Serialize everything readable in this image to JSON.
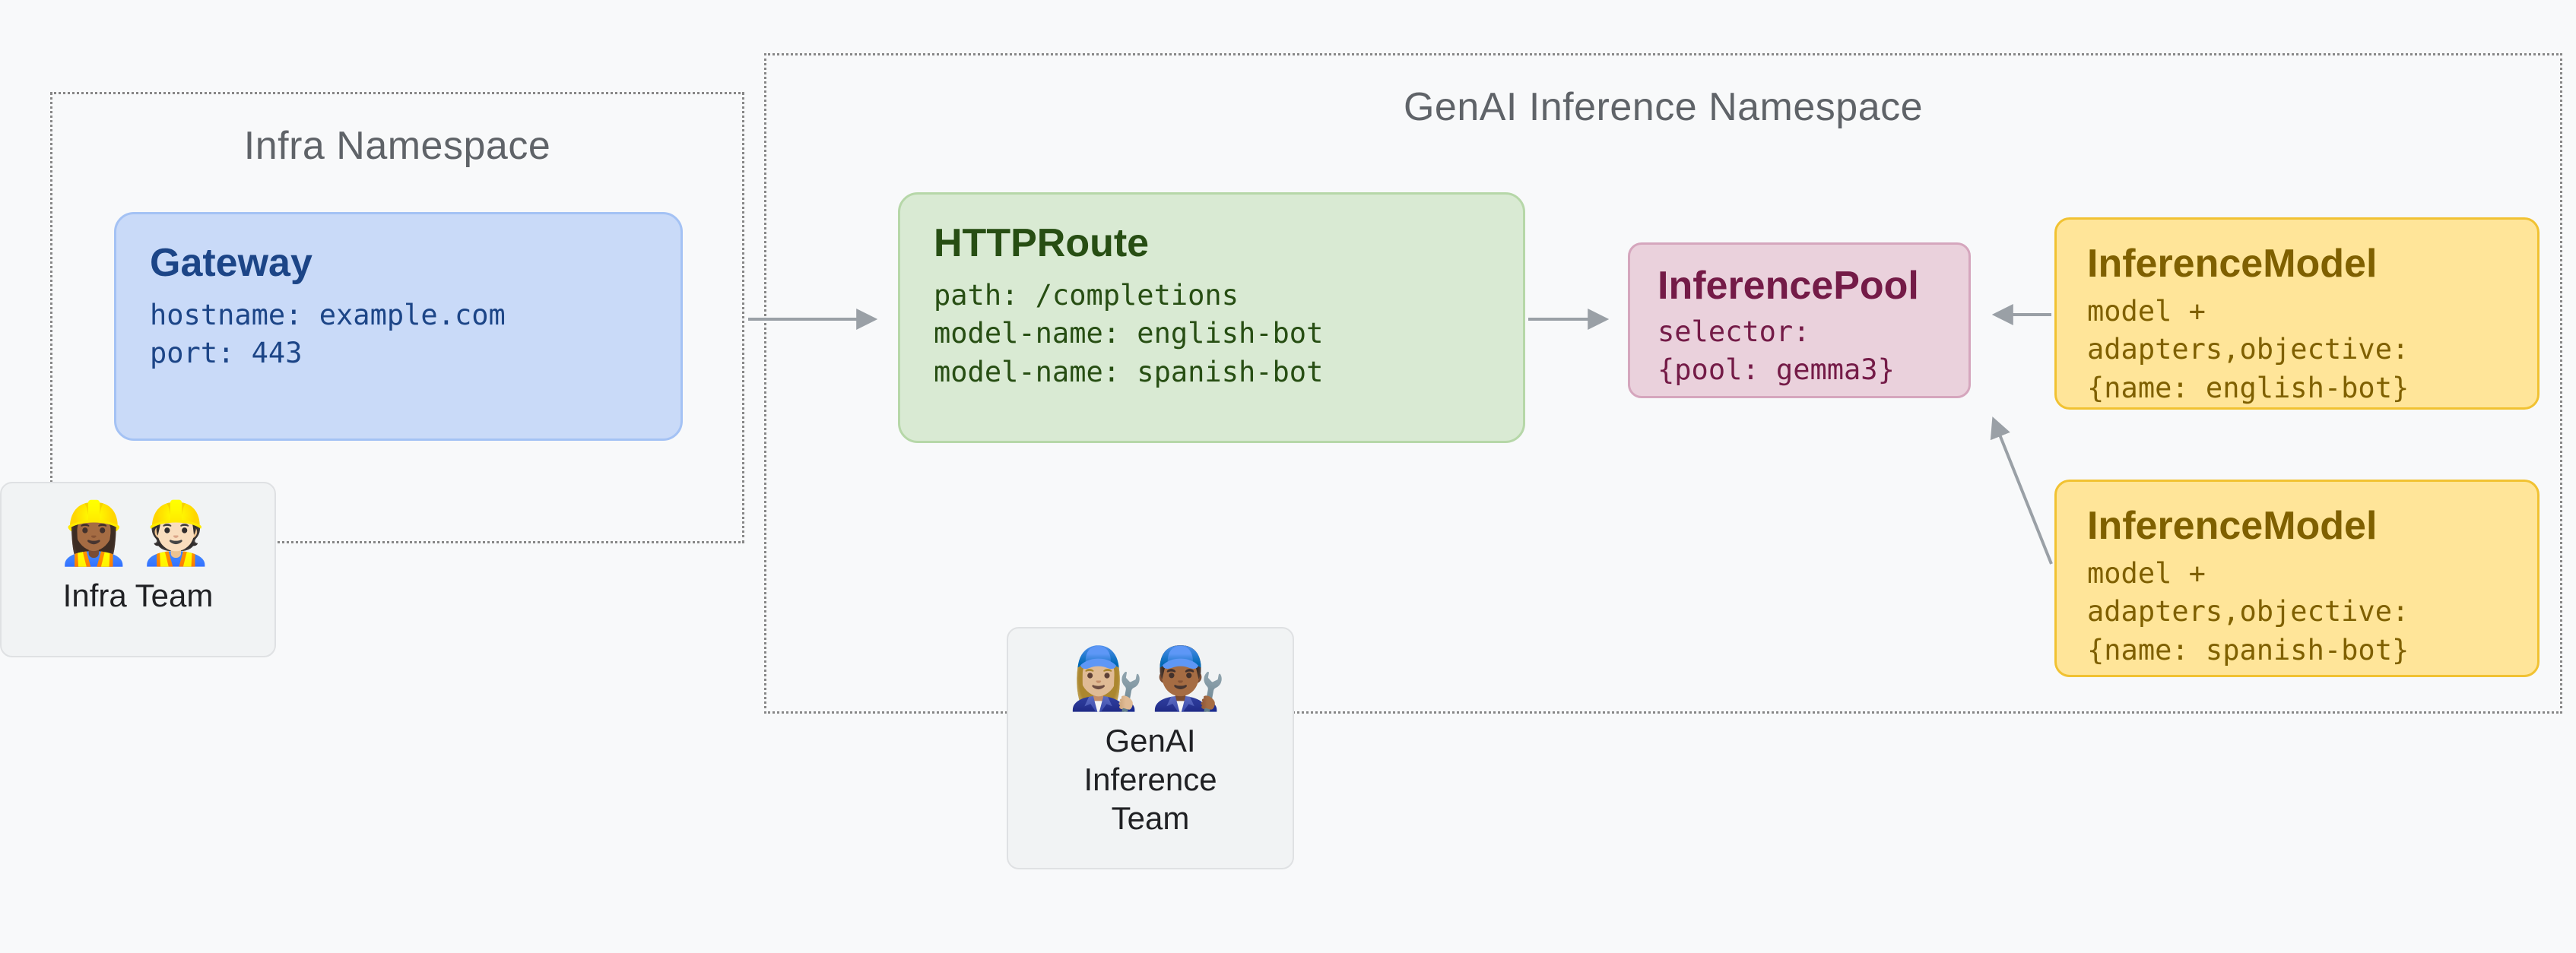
{
  "namespaces": {
    "infra": {
      "title": "Infra Namespace"
    },
    "genai": {
      "title": "GenAI Inference Namespace"
    }
  },
  "nodes": {
    "gateway": {
      "title": "Gateway",
      "lines": [
        "hostname: example.com",
        "port: 443"
      ]
    },
    "httproute": {
      "title": "HTTPRoute",
      "lines": [
        "path: /completions",
        "model-name: english-bot",
        "model-name: spanish-bot"
      ]
    },
    "inferencepool": {
      "title": "InferencePool",
      "lines": [
        "selector:",
        "{pool: gemma3}"
      ]
    },
    "inferencemodel_english": {
      "title": "InferenceModel",
      "lines": [
        "model +",
        "adapters,objective:",
        "{name: english-bot}"
      ]
    },
    "inferencemodel_spanish": {
      "title": "InferenceModel",
      "lines": [
        "model +",
        "adapters,objective:",
        "{name: spanish-bot}"
      ]
    }
  },
  "teams": {
    "infra": {
      "emoji": "👷🏾‍♀️👷🏻",
      "label": "Infra Team"
    },
    "genai": {
      "emoji": "👩🏼‍🔧👨🏾‍🔧",
      "label": "GenAI Inference Team"
    }
  },
  "edges": [
    {
      "from": "gateway",
      "to": "httproute"
    },
    {
      "from": "httproute",
      "to": "inferencepool"
    },
    {
      "from": "inferencemodel_english",
      "to": "inferencepool"
    },
    {
      "from": "inferencemodel_spanish",
      "to": "inferencepool"
    }
  ],
  "colors": {
    "gateway_fill": "#c9daf8",
    "gateway_text": "#1c4587",
    "httproute_fill": "#d9ead3",
    "httproute_text": "#274e13",
    "inferencepool_fill": "#ead1dc",
    "inferencepool_text": "#741b47",
    "inferencemodel_fill": "#ffe599",
    "inferencemodel_text": "#7f6000",
    "arrow": "#9aa0a6",
    "namespace_border": "#878787"
  }
}
